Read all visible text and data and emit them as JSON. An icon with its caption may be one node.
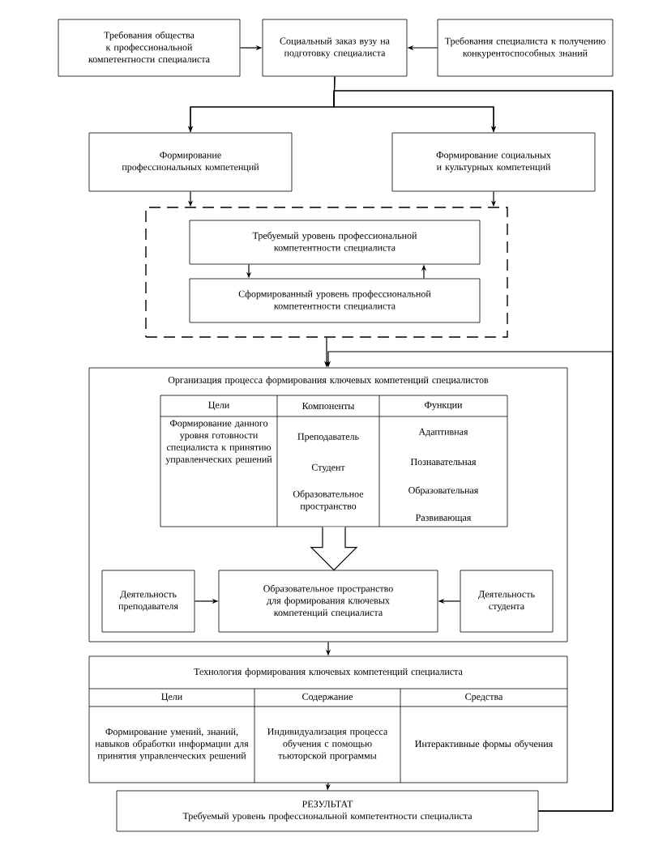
{
  "diagram": {
    "nodes": [
      {
        "text": [
          "Требования общества к профессиональной компетентности специалиста"
        ]
      },
      {
        "text": [
          "Социальный заказ вузу на подготовку специалиста"
        ]
      },
      {
        "text": [
          "Требования специалиста к получению конкурентоспособных знаний"
        ]
      },
      {
        "text": [
          "Формирование профессиональных компетенций"
        ]
      },
      {
        "text": [
          "Формирование социальных и культурных компетенций"
        ]
      },
      {
        "text": [],
        "shape": "box"
      },
      {
        "text": [
          "Требуемый уровень профессиональной компетентности специалиста"
        ],
        "in": 5
      },
      {
        "text": [
          "Сформированный уровень профессиональной компетентности специалиста"
        ],
        "in": 5
      },
      {
        "text": [
          "Организация процесса формирования ключевых компетенций специалистов"
        ]
      },
      {
        "text": [
          "Цели",
          "Компоненты",
          "Функции",
          "Формирование данного уровня готовности специалиста к принятию управленческих решений",
          "Преподаватель",
          "Студент",
          "Образовательное пространство",
          "Адаптивная",
          "Познавательная",
          "Образовательная",
          "Развивающая"
        ],
        "in": 8
      },
      {
        "text": [
          "Деятельность преподавателя"
        ],
        "in": 8
      },
      {
        "text": [
          "Образовательное пространство для формирования ключевых компетенций специалиста"
        ],
        "in": 8
      },
      {
        "text": [
          "Деятельность студента"
        ],
        "in": 8
      },
      {
        "text": [
          "Технология формирования ключевых компетенций специалиста",
          "Цели",
          "Содержание",
          "Средства",
          "Формирование умений, знаний, навыков обработки информации для принятия управленческих решений",
          "Индивидуализация процесса обучения с помощью тьюторской программы",
          "Интерактивные формы обучения"
        ]
      },
      {
        "text": [
          "РЕЗУЛЬТАТ",
          "Требуемый уровень профессиональной компетентности специалиста"
        ]
      }
    ],
    "edges": [
      {
        "from": 0,
        "to": 1,
        "arrow": "to"
      },
      {
        "from": 2,
        "to": 1,
        "arrow": "to"
      },
      {
        "from": 1,
        "to": 3,
        "arrow": "to"
      },
      {
        "from": 1,
        "to": 4,
        "arrow": "to"
      },
      {
        "from": 3,
        "to": 5,
        "arrow": "to"
      },
      {
        "from": 4,
        "to": 5,
        "arrow": "to"
      },
      {
        "from": 6,
        "to": 7,
        "arrow": "to"
      },
      {
        "from": 7,
        "to": 6,
        "arrow": "to"
      },
      {
        "from": 5,
        "to": 8,
        "arrow": "to"
      },
      {
        "from": 9,
        "to": 11,
        "arrow": "to",
        "style": "thick"
      },
      {
        "from": 10,
        "to": 11,
        "arrow": "to"
      },
      {
        "from": 12,
        "to": 11,
        "arrow": "to"
      },
      {
        "from": 8,
        "to": 13,
        "arrow": "to"
      },
      {
        "from": 13,
        "to": 14,
        "arrow": "to"
      },
      {
        "from": 14,
        "to": 3,
        "arrow": "to"
      },
      {
        "from": 14,
        "to": 4,
        "arrow": "to"
      },
      {
        "from": 14,
        "to": 8,
        "arrow": "to"
      }
    ]
  }
}
